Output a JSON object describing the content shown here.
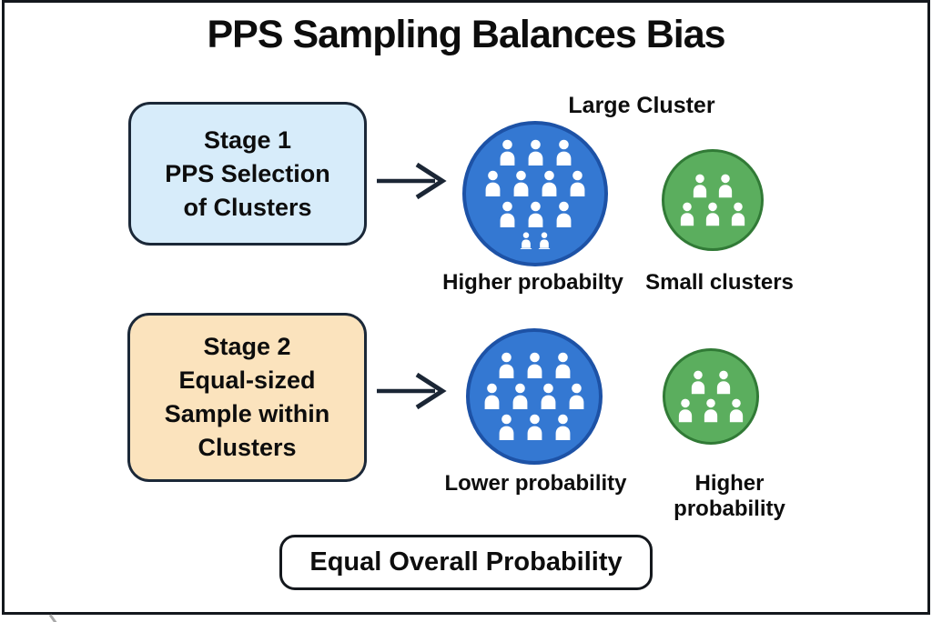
{
  "title": "PPS Sampling Balances Bias",
  "colors": {
    "stage1_fill": "#d7ecfa",
    "stage2_fill": "#fbe3bd",
    "box_border": "#1b2838",
    "blue_fill": "#3478d2",
    "blue_border": "#1d52a6",
    "green_fill": "#5bae5e",
    "green_border": "#317a36",
    "arrow": "#1b2635"
  },
  "stage1": {
    "lines": [
      "Stage 1",
      "PPS Selection",
      "of Clusters"
    ]
  },
  "stage2": {
    "lines": [
      "Stage 2",
      "Equal-sized",
      "Sample within",
      "Clusters"
    ]
  },
  "row1": {
    "cluster_label": "Large Cluster",
    "blue": {
      "rows": [
        3,
        4,
        3
      ],
      "small_rows": [
        2
      ],
      "caption": "Higher probabilty"
    },
    "green": {
      "rows": [
        2,
        3
      ],
      "caption": "Small clusters"
    }
  },
  "row2": {
    "blue": {
      "rows": [
        3,
        4,
        3
      ],
      "caption": "Lower probability"
    },
    "green": {
      "rows": [
        2,
        3
      ],
      "caption": "Higher probability"
    }
  },
  "footer": {
    "label": "Equal Overall Probability"
  }
}
